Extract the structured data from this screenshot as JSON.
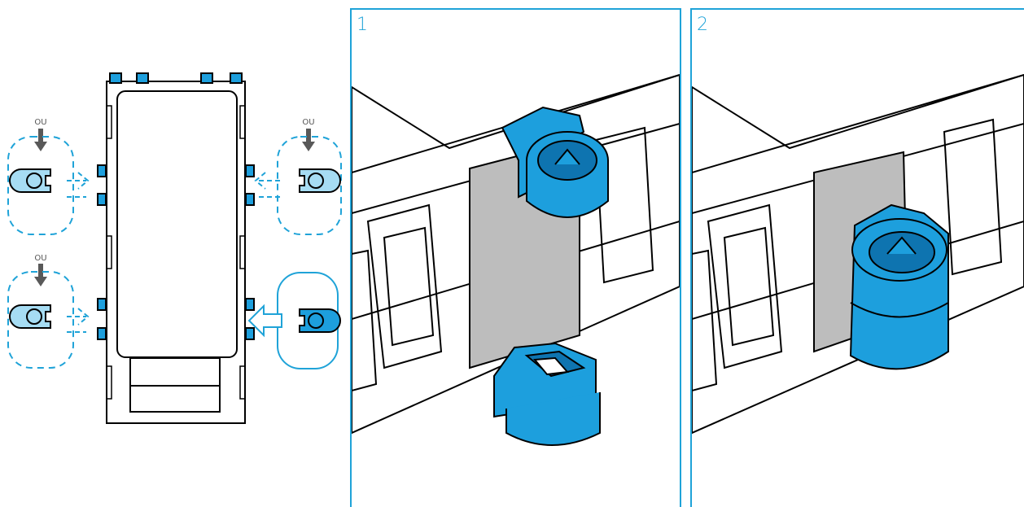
{
  "colors": {
    "accent": "#1fa3d8",
    "part_light": "#a6dcf3",
    "part_blue": "#1d9fdd",
    "part_dark": "#0e74b0",
    "rail_gray": "#bdbdbd",
    "arrow_gray": "#595959",
    "outline": "#000000"
  },
  "overview": {
    "labels": {
      "top_left": "OU",
      "top_right": "OU",
      "bottom_left": "OU"
    }
  },
  "panels": [
    {
      "number": "1"
    },
    {
      "number": "2"
    }
  ],
  "icons": [
    "down-arrow-icon",
    "clip-icon",
    "rail-slot-icon",
    "dashed-arrow-icon",
    "solid-arrow-icon"
  ]
}
